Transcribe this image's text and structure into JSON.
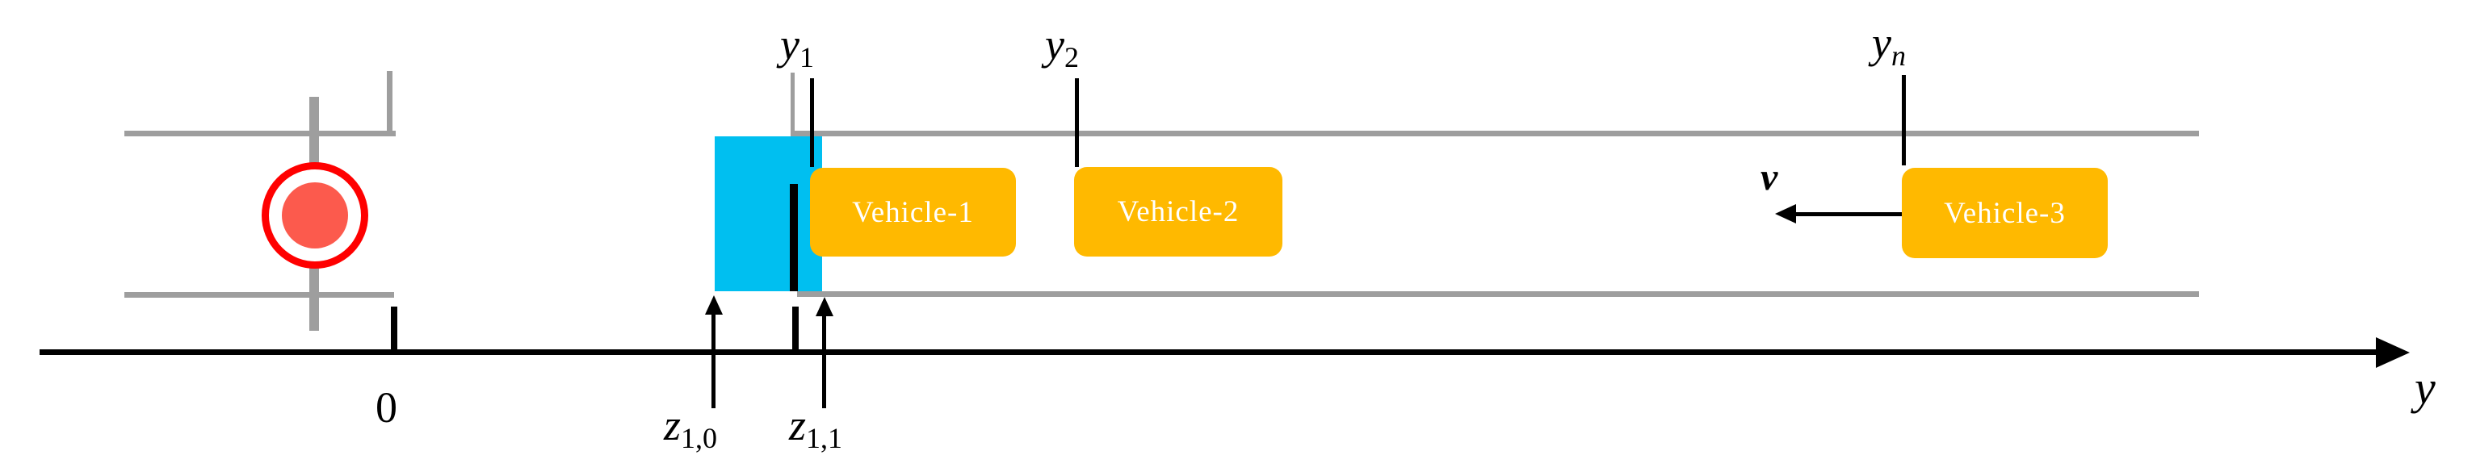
{
  "diagram": {
    "description": "One-dimensional road/lane coordinate diagram with traffic signal, occupied region and three vehicles",
    "axis": {
      "origin_label": "0",
      "axis_label": "y"
    },
    "markers": {
      "y1": {
        "base": "y",
        "sub": "1"
      },
      "y2": {
        "base": "y",
        "sub": "2"
      },
      "yn": {
        "base": "y",
        "sub": "n"
      },
      "z10": {
        "base": "z",
        "sub": "1,0"
      },
      "z11": {
        "base": "z",
        "sub": "1,1"
      }
    },
    "velocity_label": "v",
    "vehicles": [
      {
        "label": "Vehicle-1"
      },
      {
        "label": "Vehicle-2"
      },
      {
        "label": "Vehicle-3"
      }
    ],
    "icons": {
      "signal": "red-signal-light-icon",
      "axis_arrow": "right-arrowhead-icon",
      "velocity_arrow": "left-arrowhead-icon",
      "z_arrows": "up-arrowhead-icon"
    },
    "colors": {
      "lane_gray": "#9E9E9E",
      "occupied_cyan": "#00BFF0",
      "vehicle_orange": "#FFB900",
      "signal_ring_red": "#FF0000",
      "signal_fill_red": "#FC5A4D",
      "line_black": "#000000"
    }
  }
}
